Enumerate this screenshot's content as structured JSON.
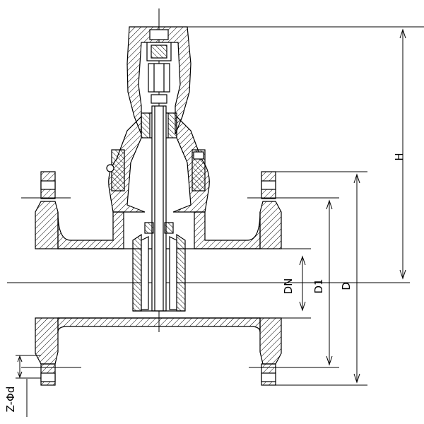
{
  "labels": {
    "height": "H",
    "nominal_diameter": "DN",
    "bolt_circle": "D1",
    "flange_diameter": "D",
    "bolt_holes": "Z-Φd"
  }
}
